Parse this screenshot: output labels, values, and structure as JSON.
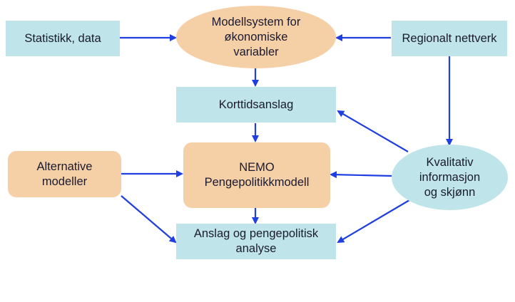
{
  "diagram": {
    "nodes": {
      "statistikk": "Statistikk, data",
      "modellsystem": "Modellsystem for\nøkonomiske\nvariabler",
      "regionalt": "Regionalt nettverk",
      "korttid": "Korttidsanslag",
      "alternative": "Alternative\nmodeller",
      "nemo": "NEMO\nPengepolitikkmodell",
      "kvalitativ": "Kvalitativ\ninformasjon\nog skjønn",
      "anslag": "Anslag og pengepolitisk\nanalyse"
    },
    "edges": [
      {
        "from": "statistikk",
        "to": "modellsystem"
      },
      {
        "from": "regionalt",
        "to": "modellsystem"
      },
      {
        "from": "modellsystem",
        "to": "korttid"
      },
      {
        "from": "regionalt",
        "to": "kvalitativ"
      },
      {
        "from": "kvalitativ",
        "to": "korttid"
      },
      {
        "from": "korttid",
        "to": "nemo"
      },
      {
        "from": "alternative",
        "to": "nemo"
      },
      {
        "from": "kvalitativ",
        "to": "nemo"
      },
      {
        "from": "nemo",
        "to": "anslag"
      },
      {
        "from": "alternative",
        "to": "anslag"
      },
      {
        "from": "kvalitativ",
        "to": "anslag"
      }
    ],
    "colors": {
      "arrow": "#1f3fe0",
      "box_blue": "#bfe5ea",
      "box_orange": "#f5cfa6",
      "text": "#1a1a2e"
    }
  }
}
